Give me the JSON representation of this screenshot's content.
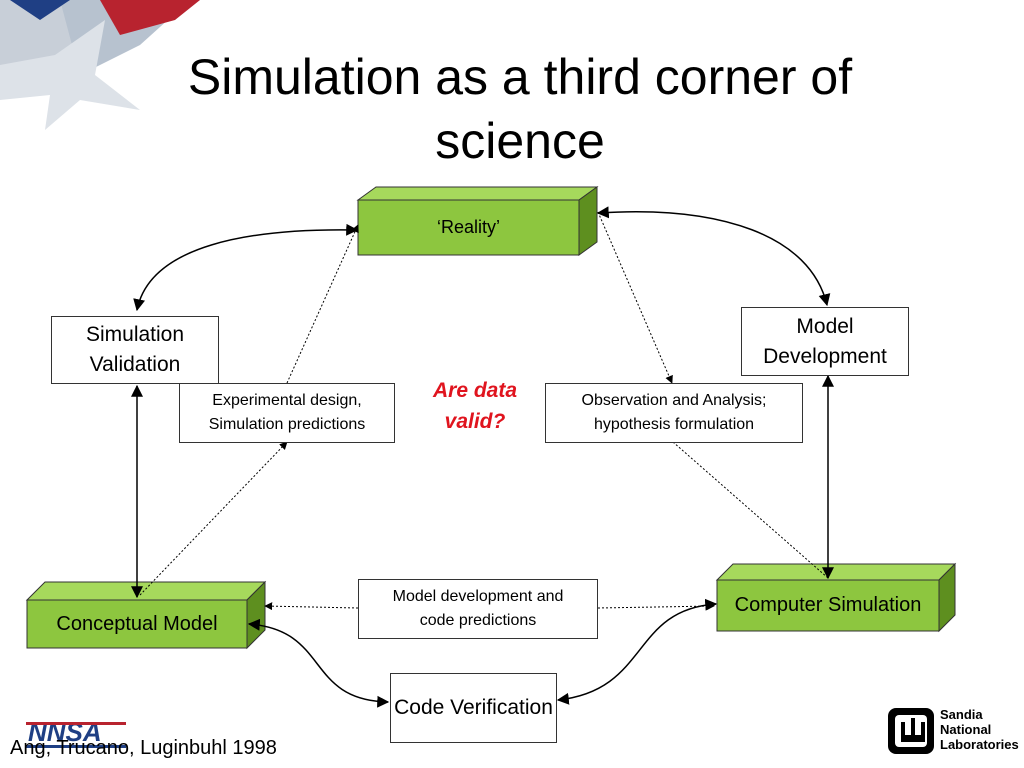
{
  "title": "Simulation as a third corner of science",
  "center_question": "Are data valid?",
  "nodes": {
    "reality": "‘Reality’",
    "conceptual_model": "Conceptual Model",
    "computer_simulation": "Computer Simulation",
    "simulation_validation": "Simulation Validation",
    "model_development": "Model Development",
    "code_verification": "Code Verification"
  },
  "edge_labels": {
    "experimental_design": "Experimental design, Simulation predictions",
    "observation_analysis": "Observation and Analysis; hypothesis formulation",
    "model_code_predictions": "Model development and code predictions"
  },
  "footer": {
    "citation": "Ang, Trucano, Luginbuhl 1998",
    "nnsa_logo": "NNSA",
    "sandia_logo": "Sandia National Laboratories"
  },
  "colors": {
    "box_green": "#8dc63f",
    "box_green_top": "#a6d95c",
    "box_green_side": "#5e8f1f",
    "question_red": "#e0141e"
  }
}
